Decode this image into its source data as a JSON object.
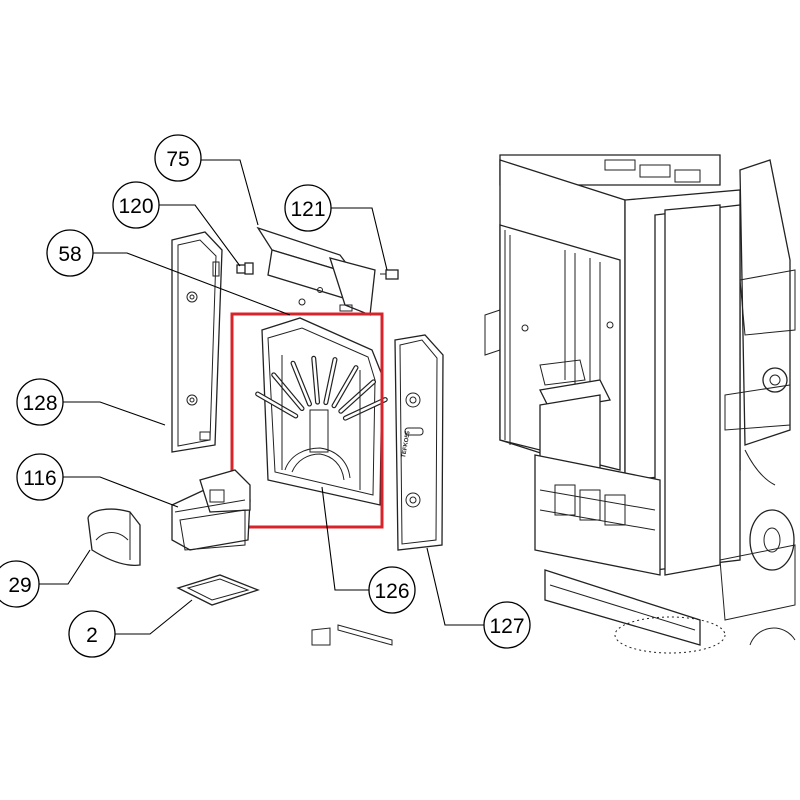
{
  "highlight_color": "#d9232a",
  "callouts": {
    "c75": "75",
    "c120": "120",
    "c121": "121",
    "c58": "58",
    "c128": "128",
    "c116": "116",
    "c29": "29",
    "c2": "2",
    "c126": "126",
    "c127": "127"
  },
  "panel_127_stamp": "TEFKO55"
}
